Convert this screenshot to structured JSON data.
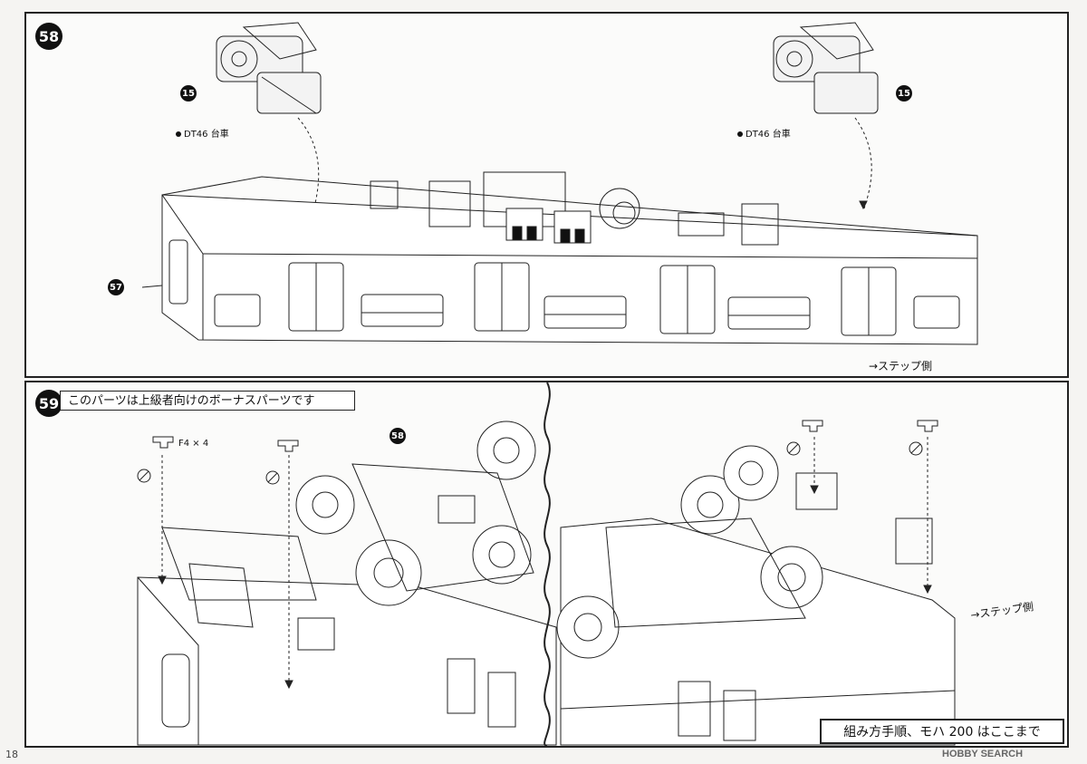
{
  "step58": {
    "number": "58",
    "part_left": "15",
    "part_right": "15",
    "bogie_label_left": "DT46 台車",
    "bogie_label_right": "DT46 台車",
    "body_part": "57",
    "step_side": "→ステップ側"
  },
  "step59": {
    "number": "59",
    "note": "このパーツは上級者向けのボーナスパーツです",
    "part_count": "F4 × 4",
    "ref_step": "58",
    "step_side": "→ステップ側",
    "end_note": "組み方手順、モハ 200 はここまで"
  },
  "page": {
    "number": "18"
  },
  "watermark": {
    "text": "HOBBY SEARCH"
  }
}
